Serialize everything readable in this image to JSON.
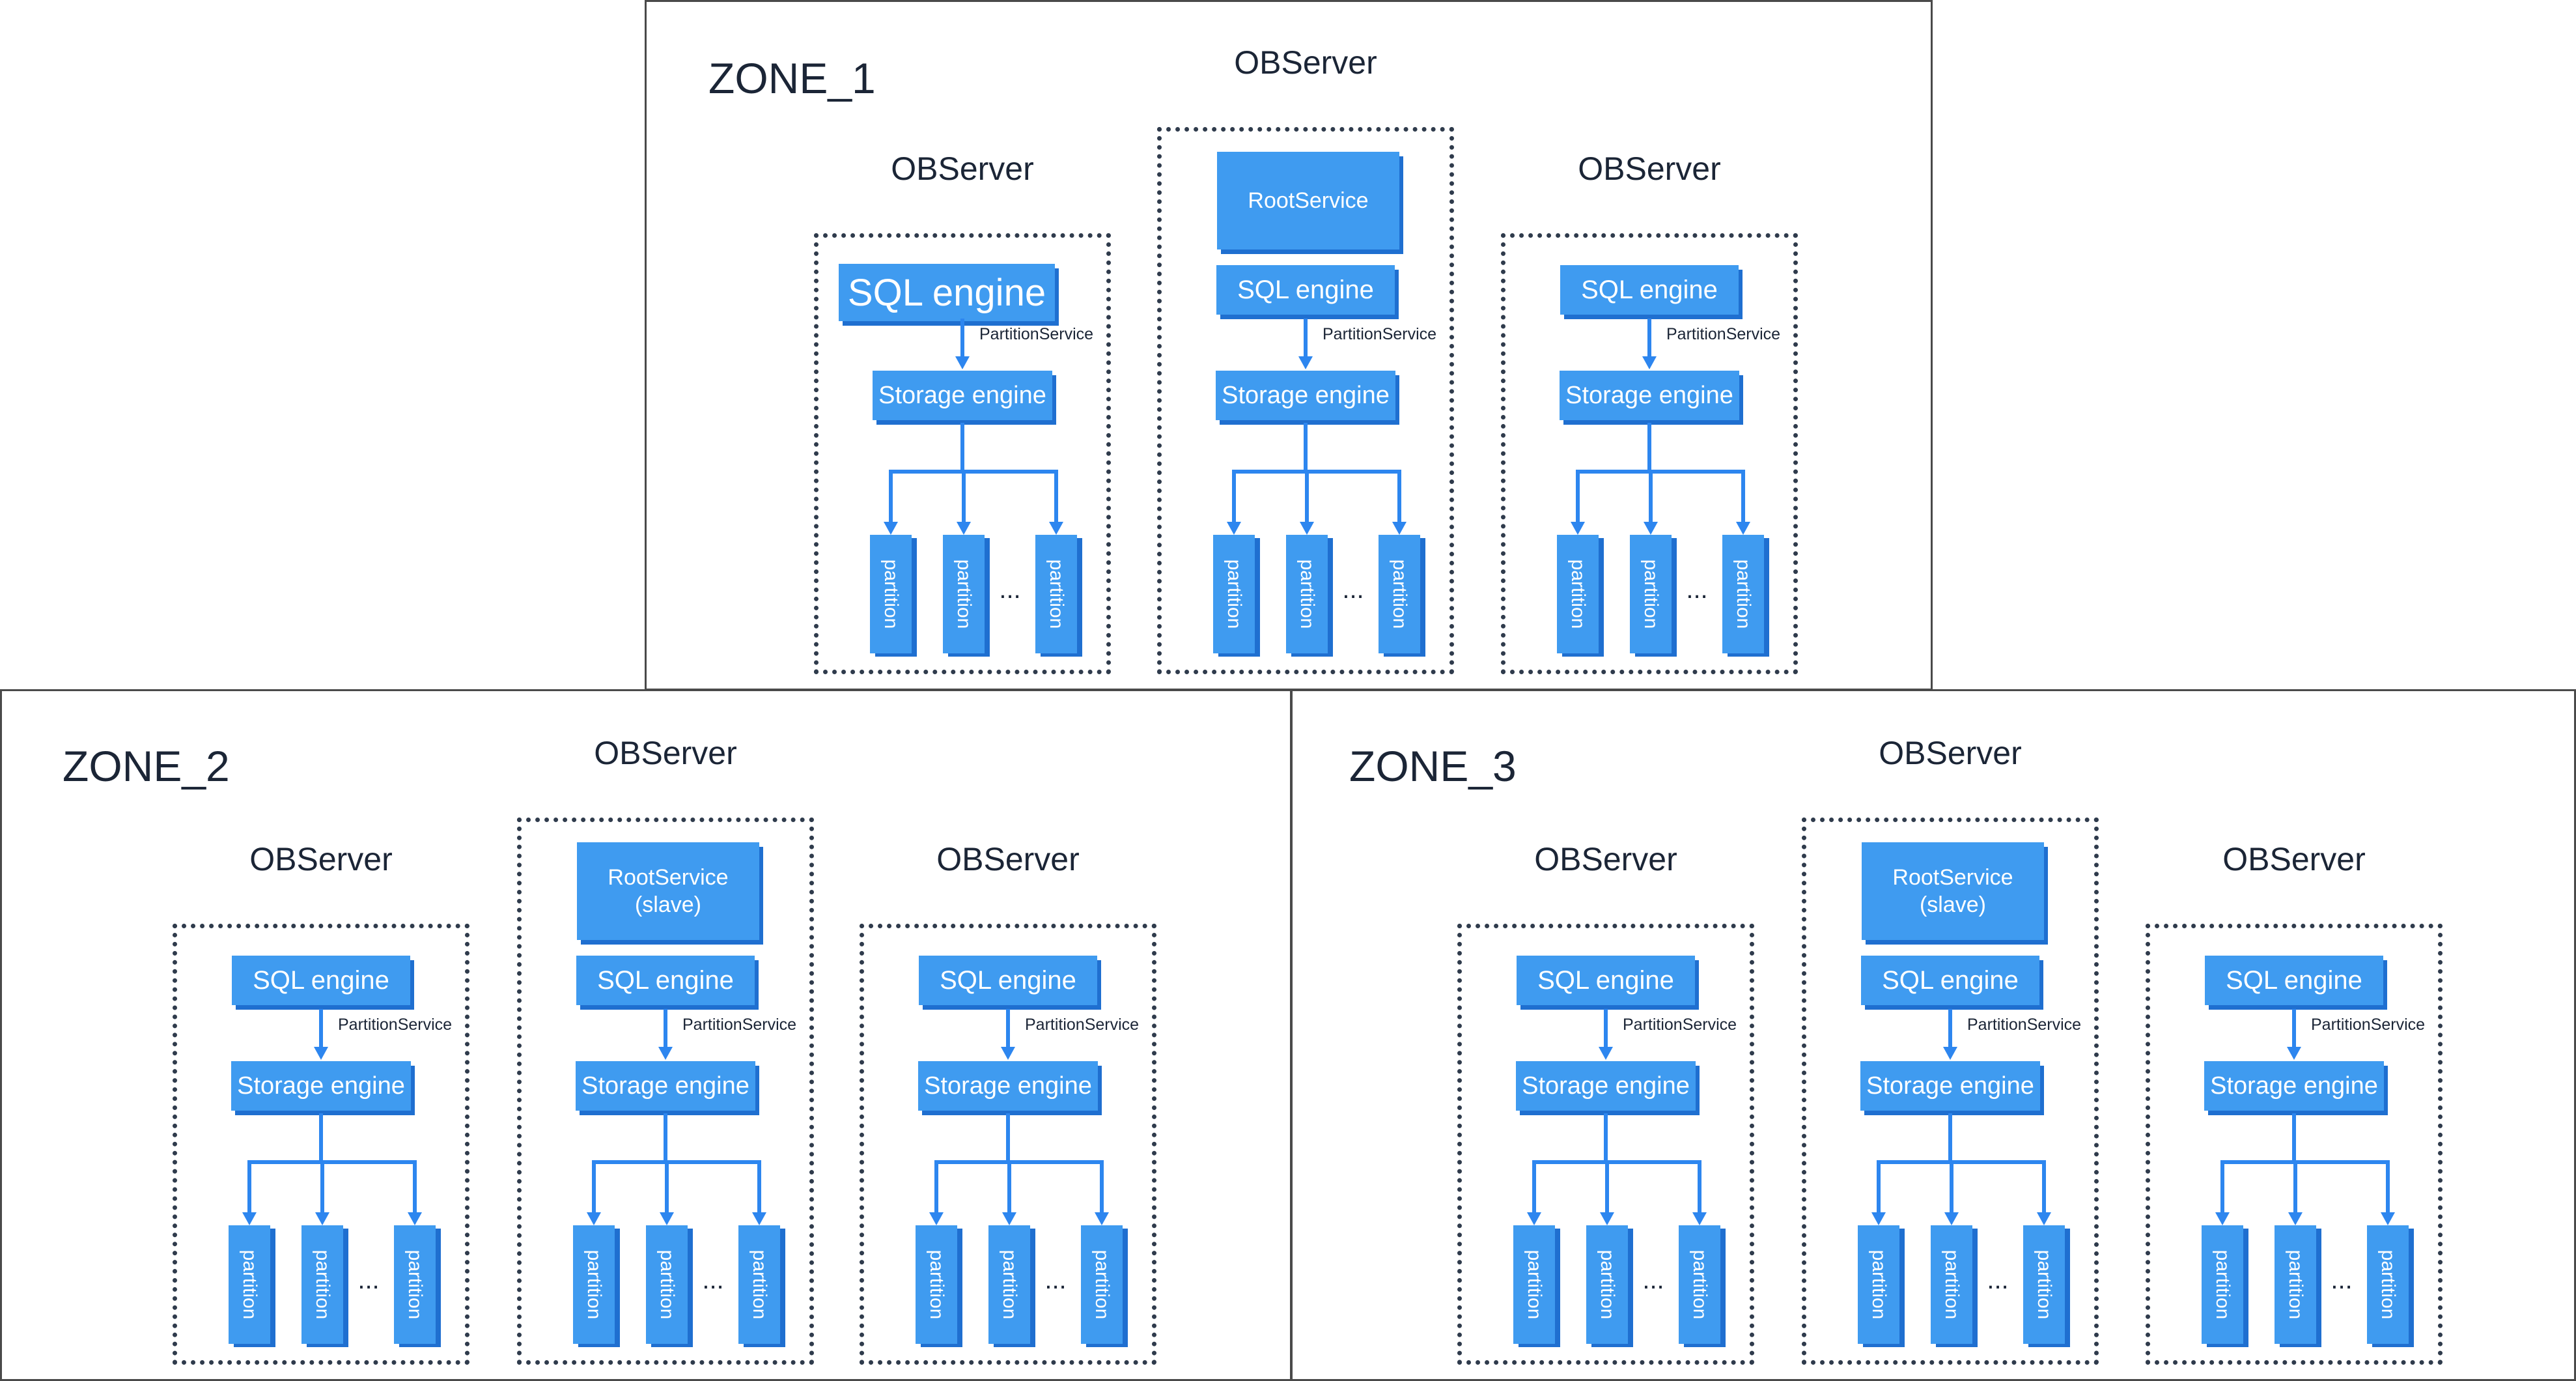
{
  "zones": [
    {
      "title": "ZONE_1",
      "servers": [
        {
          "label": "OBServer",
          "sql": "SQL engine",
          "service": "PartitionService",
          "storage": "Storage engine",
          "partitions": [
            "partition",
            "partition",
            "partition"
          ],
          "ellipsis": "..."
        },
        {
          "label": "OBServer",
          "root": "RootService",
          "sql": "SQL engine",
          "service": "PartitionService",
          "storage": "Storage engine",
          "partitions": [
            "partition",
            "partition",
            "partition"
          ],
          "ellipsis": "..."
        },
        {
          "label": "OBServer",
          "sql": "SQL engine",
          "service": "PartitionService",
          "storage": "Storage engine",
          "partitions": [
            "partition",
            "partition",
            "partition"
          ],
          "ellipsis": "..."
        }
      ]
    },
    {
      "title": "ZONE_2",
      "servers": [
        {
          "label": "OBServer",
          "sql": "SQL engine",
          "service": "PartitionService",
          "storage": "Storage engine",
          "partitions": [
            "partition",
            "partition",
            "partition"
          ],
          "ellipsis": "..."
        },
        {
          "label": "OBServer",
          "root": "RootService\n(slave)",
          "sql": "SQL engine",
          "service": "PartitionService",
          "storage": "Storage engine",
          "partitions": [
            "partition",
            "partition",
            "partition"
          ],
          "ellipsis": "..."
        },
        {
          "label": "OBServer",
          "sql": "SQL engine",
          "service": "PartitionService",
          "storage": "Storage engine",
          "partitions": [
            "partition",
            "partition",
            "partition"
          ],
          "ellipsis": "..."
        }
      ]
    },
    {
      "title": "ZONE_3",
      "servers": [
        {
          "label": "OBServer",
          "sql": "SQL engine",
          "service": "PartitionService",
          "storage": "Storage engine",
          "partitions": [
            "partition",
            "partition",
            "partition"
          ],
          "ellipsis": "..."
        },
        {
          "label": "OBServer",
          "root": "RootService\n(slave)",
          "sql": "SQL engine",
          "service": "PartitionService",
          "storage": "Storage engine",
          "partitions": [
            "partition",
            "partition",
            "partition"
          ],
          "ellipsis": "..."
        },
        {
          "label": "OBServer",
          "sql": "SQL engine",
          "service": "PartitionService",
          "storage": "Storage engine",
          "partitions": [
            "partition",
            "partition",
            "partition"
          ],
          "ellipsis": "..."
        }
      ]
    }
  ],
  "colors": {
    "box": "#3f9bf0",
    "box_shadow": "#1f6fd0",
    "connector": "#2d86ef",
    "border": "#4a4a4a",
    "text": "#1b2536"
  }
}
